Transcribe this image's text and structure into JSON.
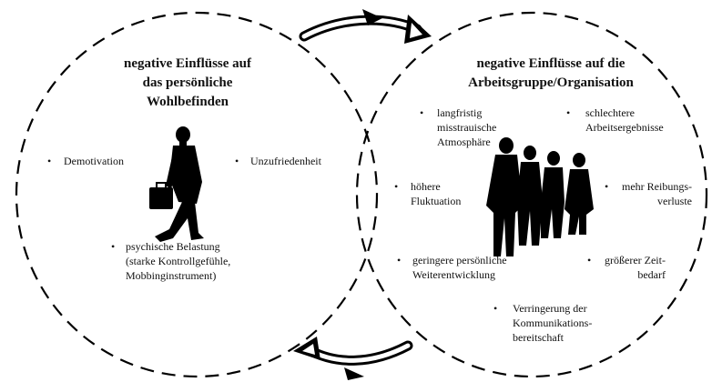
{
  "left_circle": {
    "title": [
      "negative Einflüsse auf",
      "das persönliche",
      "Wohlbefinden"
    ],
    "items": [
      {
        "lines": [
          "Demotivation"
        ]
      },
      {
        "lines": [
          "Unzufriedenheit"
        ]
      },
      {
        "lines": [
          "psychische Belastung",
          "(starke Kontrollgefühle,",
          "Mobbinginstrument)"
        ]
      }
    ]
  },
  "right_circle": {
    "title": [
      "negative Einflüsse auf die",
      "Arbeitsgruppe/Organisation"
    ],
    "items": [
      {
        "lines": [
          "langfristig",
          "misstrauische",
          "Atmosphäre"
        ]
      },
      {
        "lines": [
          "schlechtere",
          "Arbeitsergebnisse"
        ]
      },
      {
        "lines": [
          "höhere",
          "Fluktuation"
        ]
      },
      {
        "lines": [
          "mehr Reibungs-",
          "verluste"
        ]
      },
      {
        "lines": [
          "geringere persönliche",
          "Weiterentwicklung"
        ]
      },
      {
        "lines": [
          "größerer Zeit-",
          "bedarf"
        ]
      },
      {
        "lines": [
          "Verringerung der",
          "Kommunikations-",
          "bereitschaft"
        ]
      }
    ]
  },
  "bullet_char": "•",
  "icons": [
    "walking-businessman-silhouette",
    "business-team-silhouette",
    "curved-arrow-top",
    "curved-arrow-bottom"
  ]
}
